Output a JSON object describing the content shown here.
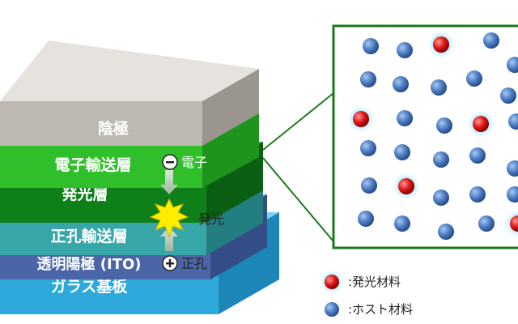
{
  "layers": [
    {
      "label": "ガラス基板",
      "top": "#7fd3f0",
      "front": "#2fa9dc",
      "side": "#1d86b8"
    },
    {
      "label": "透明陽極 (ITO)",
      "top": "#7f9ad0",
      "front": "#4a66a8",
      "side": "#334d86"
    },
    {
      "label": "正孔輸送層",
      "top": "#7fcfd0",
      "front": "#36a6a8",
      "side": "#237e80"
    },
    {
      "label": "発光層",
      "top": "#33b233",
      "front": "#0f7f1a",
      "side": "#0a5f12"
    },
    {
      "label": "電子輸送層",
      "top": "#66e05a",
      "front": "#2fbf2a",
      "side": "#1e941c"
    },
    {
      "label": "陰極",
      "top": "#e6e3de",
      "front": "#bdb8b1",
      "side": "#9a958e"
    }
  ],
  "annotations": {
    "electron": "電子",
    "emission": "発光",
    "hole": "正孔"
  },
  "legend": {
    "emitter": ":発光材料",
    "host": ":ホスト材料"
  },
  "colors": {
    "emitter": "#e01818",
    "host": "#3f6fb8",
    "zoom_border": "#1a7a1a",
    "flash": "#ffee00"
  }
}
